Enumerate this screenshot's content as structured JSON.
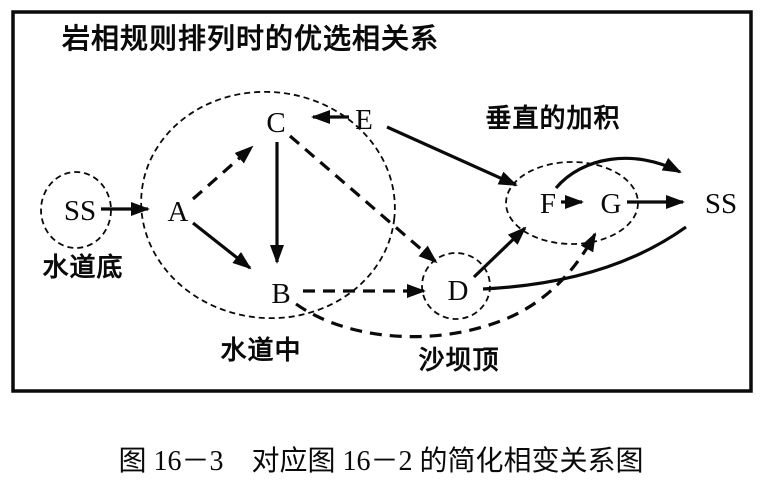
{
  "diagram": {
    "title": "岩相规则排列时的优选相关系",
    "caption": "图 16－3　对应图 16－2 的简化相变关系图",
    "background": "#ffffff",
    "ink": "#0a0a0a"
  },
  "nodes": {
    "ss_left": "SS",
    "a": "A",
    "b": "B",
    "c": "C",
    "d": "D",
    "e": "E",
    "f": "F",
    "g": "G",
    "ss_right": "SS"
  },
  "labels": {
    "channel_bottom": "水道底",
    "channel_middle": "水道中",
    "bar_top": "沙坝顶",
    "vertical_aggradation": "垂直的加积"
  },
  "groups": [
    {
      "label": "水道底",
      "members": [
        "SS_left"
      ],
      "outline": "dashed-circle"
    },
    {
      "label": "水道中",
      "members": [
        "A",
        "B",
        "C"
      ],
      "outline": "dashed-ellipse"
    },
    {
      "label": "沙坝顶",
      "members": [
        "D"
      ],
      "outline": "dashed-circle"
    },
    {
      "label": "垂直的加积",
      "members": [
        "F",
        "G"
      ],
      "outline": "dashed-ellipse"
    }
  ],
  "edges": [
    {
      "from": "SS_left",
      "to": "A",
      "style": "solid-arrow"
    },
    {
      "from": "A",
      "to": "C",
      "style": "dashed-arrow"
    },
    {
      "from": "A",
      "to": "B",
      "style": "solid-arrow"
    },
    {
      "from": "C",
      "to": "B",
      "style": "solid-arrow"
    },
    {
      "from": "E",
      "to": "C",
      "style": "solid-arrow"
    },
    {
      "from": "E",
      "to": "F",
      "style": "solid-arrow"
    },
    {
      "from": "C",
      "to": "D",
      "style": "dashed-arrow"
    },
    {
      "from": "B",
      "to": "D",
      "style": "dashed-arrow"
    },
    {
      "from": "B",
      "to": "G",
      "style": "dashed-curved-arrow"
    },
    {
      "from": "D",
      "to": "F",
      "style": "solid-arrow"
    },
    {
      "from": "F",
      "to": "G",
      "style": "solid-arrow"
    },
    {
      "from": "G",
      "to": "SS_right",
      "style": "solid-arrow"
    },
    {
      "from": "F",
      "to": "SS_right",
      "style": "solid-curved-arrow"
    },
    {
      "from": "D",
      "to": "SS_right",
      "style": "solid-curve"
    }
  ]
}
